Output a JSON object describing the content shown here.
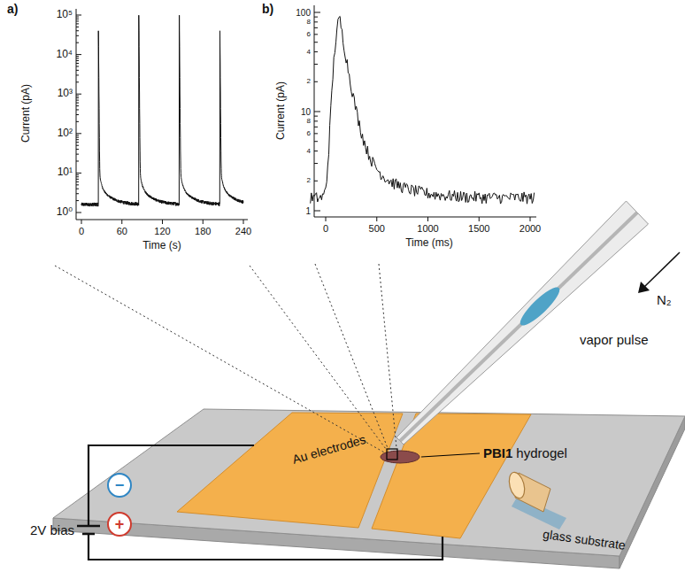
{
  "diagram": {
    "nodes": [
      {
        "text": [
          "−"
        ]
      },
      {
        "text": [
          "+"
        ]
      }
    ],
    "labels": [
      "a)",
      "10⁵",
      "10⁴",
      "10³",
      "10²",
      "10¹",
      "10⁰",
      "Current (pA)",
      "0",
      "60",
      "120",
      "180",
      "240",
      "Time (s)",
      "b)",
      "100",
      "8",
      "6",
      "4",
      "2",
      "10",
      "8",
      "6",
      "4",
      "2",
      "1",
      "Current (pA)",
      "0",
      "500",
      "1000",
      "1500",
      "2000",
      "Time (ms)",
      "N₂",
      "vapor pulse",
      "PBI1",
      "hydrogel",
      "Au electrodes",
      "2V bias",
      "glass substrate"
    ]
  }
}
